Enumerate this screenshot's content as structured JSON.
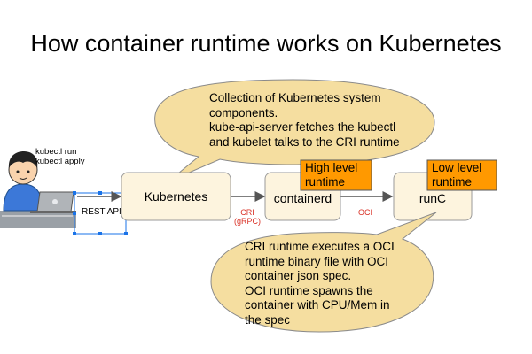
{
  "title": "How container runtime works on Kubernetes",
  "user": {
    "commands": [
      "kubectl run",
      "kubectl apply"
    ],
    "api_label": "REST API"
  },
  "nodes": {
    "kubernetes": "Kubernetes",
    "containerd": "containerd",
    "runc": "runC"
  },
  "edges": {
    "cri": [
      "CRI",
      "(gRPC)"
    ],
    "oci": "OCI"
  },
  "tags": {
    "high_level": [
      "High level",
      "runtime"
    ],
    "low_level": [
      "Low level",
      "runtime"
    ]
  },
  "callouts": {
    "top": [
      "Collection of Kubernetes system",
      "components.",
      "kube-api-server fetches the kubectl",
      "and kubelet talks to the CRI runtime"
    ],
    "bottom": [
      "CRI runtime executes a OCI",
      "runtime binary file with OCI",
      "container json spec.",
      "OCI runtime spawns the",
      "container with CPU/Mem in",
      "the spec"
    ]
  },
  "colors": {
    "callout_fill": "#f5dea0",
    "callout_stroke": "#8a8a8a",
    "node_fill": "#fdf4de",
    "tag_fill": "#ff9900",
    "red_text": "#d93025",
    "selection_blue": "#1a73e8"
  }
}
